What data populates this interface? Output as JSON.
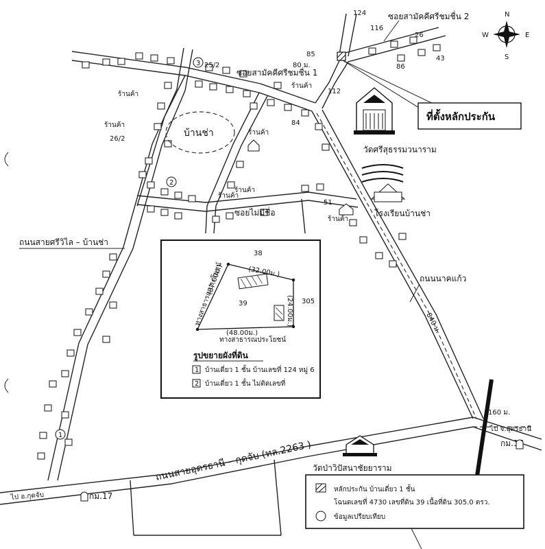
{
  "map": {
    "compass": {
      "n": "N",
      "s": "S",
      "e": "E",
      "w": "W"
    },
    "labels": {
      "soi_2": "ซอยสามัคคีศรีชมชื่น 2",
      "soi_1": "ซอยสามัคคีศรีชมชื่น 1",
      "ban_cha": "บ้านช่า",
      "shop": "ร้านค้า",
      "soi_unnamed": "ซอยไม่มีชื่อ",
      "road_siwilai": "ถนนสายศรีวิไล – บ้านช่า",
      "road_nakkaew": "ถนนนาคแก้ว",
      "road_main": "ถนนสายอุดรธานี – กุดจับ (ทล.2263 )",
      "temple_1": "วัดศรีสุธรรมวนาราม",
      "school": "โรงเรียนบ้านช่า",
      "temple_2": "วัดป่าวิปัสนาชัยยาราม",
      "collateral_location": "ที่ตั้งหลักประกัน",
      "to_kudjap": "ไป อ.กุดจับ",
      "to_udon": "ไป จ.อุดรธานี",
      "km16": "กม.16",
      "km17": "กม.17"
    },
    "numbers": {
      "n124": "124",
      "n116": "116",
      "n26": "26",
      "n43": "43",
      "n86": "86",
      "n85": "85",
      "n112": "112",
      "n84": "84",
      "n51": "51",
      "n25_2": "25/2",
      "n26_2": "26/2",
      "dist_80": "80 ม.",
      "dist_840": "840 ม.",
      "dist_160": "160 ม."
    },
    "markers": {
      "m1": "1",
      "m2": "2",
      "m3": "3"
    }
  },
  "inset": {
    "top_neighbor": "38",
    "right_neighbor": "305",
    "center_parcel": "39",
    "dim_top": "(32.00ม.)",
    "dim_bottom": "(48.00ม.)",
    "dim_left": "(37.00ม.)",
    "dim_right": "(24.00ม.)",
    "road_left": "ทางสาธารณประโยชน์",
    "road_bottom": "ทางสาธารณประโยชน์",
    "title": "รูปขยายผังที่ดิน",
    "legend": [
      {
        "key": "1",
        "text": "บ้านเดี่ยว 1 ชั้น บ้านเลขที่ 124 หมู่ 6"
      },
      {
        "key": "2",
        "text": "บ้านเดี่ยว 1 ชั้น ไม่ติดเลขที่"
      }
    ]
  },
  "legend": {
    "line1": "หลักประกัน  บ้านเดี่ยว 1 ชั้น",
    "line2": "โฉนดเลขที่ 4730 เลขที่ดิน 39 เนื้อที่ดิน 305.0 ตรว.",
    "line3": "ข้อมูลเปรียบเทียบ"
  }
}
